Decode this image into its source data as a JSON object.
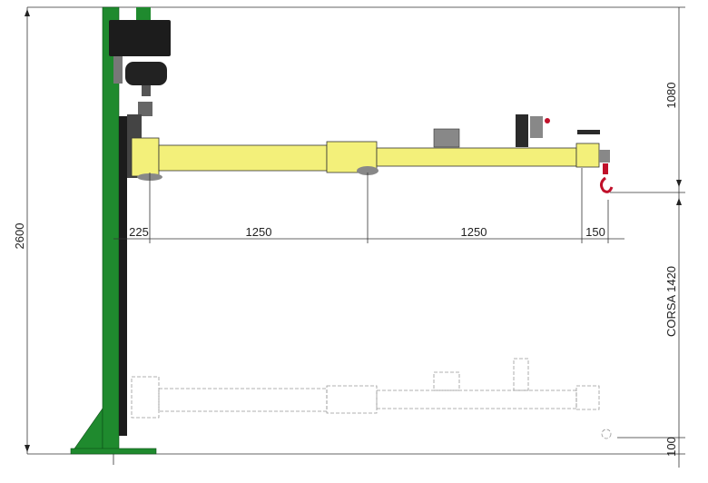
{
  "dimensions": {
    "total_height": "2600",
    "pivot_offset": "225",
    "arm_segment_1": "1250",
    "arm_segment_2": "1250",
    "hook_offset": "150",
    "top_clearance": "1080",
    "stroke": "CORSA 1420",
    "bottom_clearance": "100"
  },
  "colors": {
    "column": "#1f8a2e",
    "arm": "#f3f07a",
    "hoist": "#1c1c1c",
    "hook": "#c0102a"
  }
}
